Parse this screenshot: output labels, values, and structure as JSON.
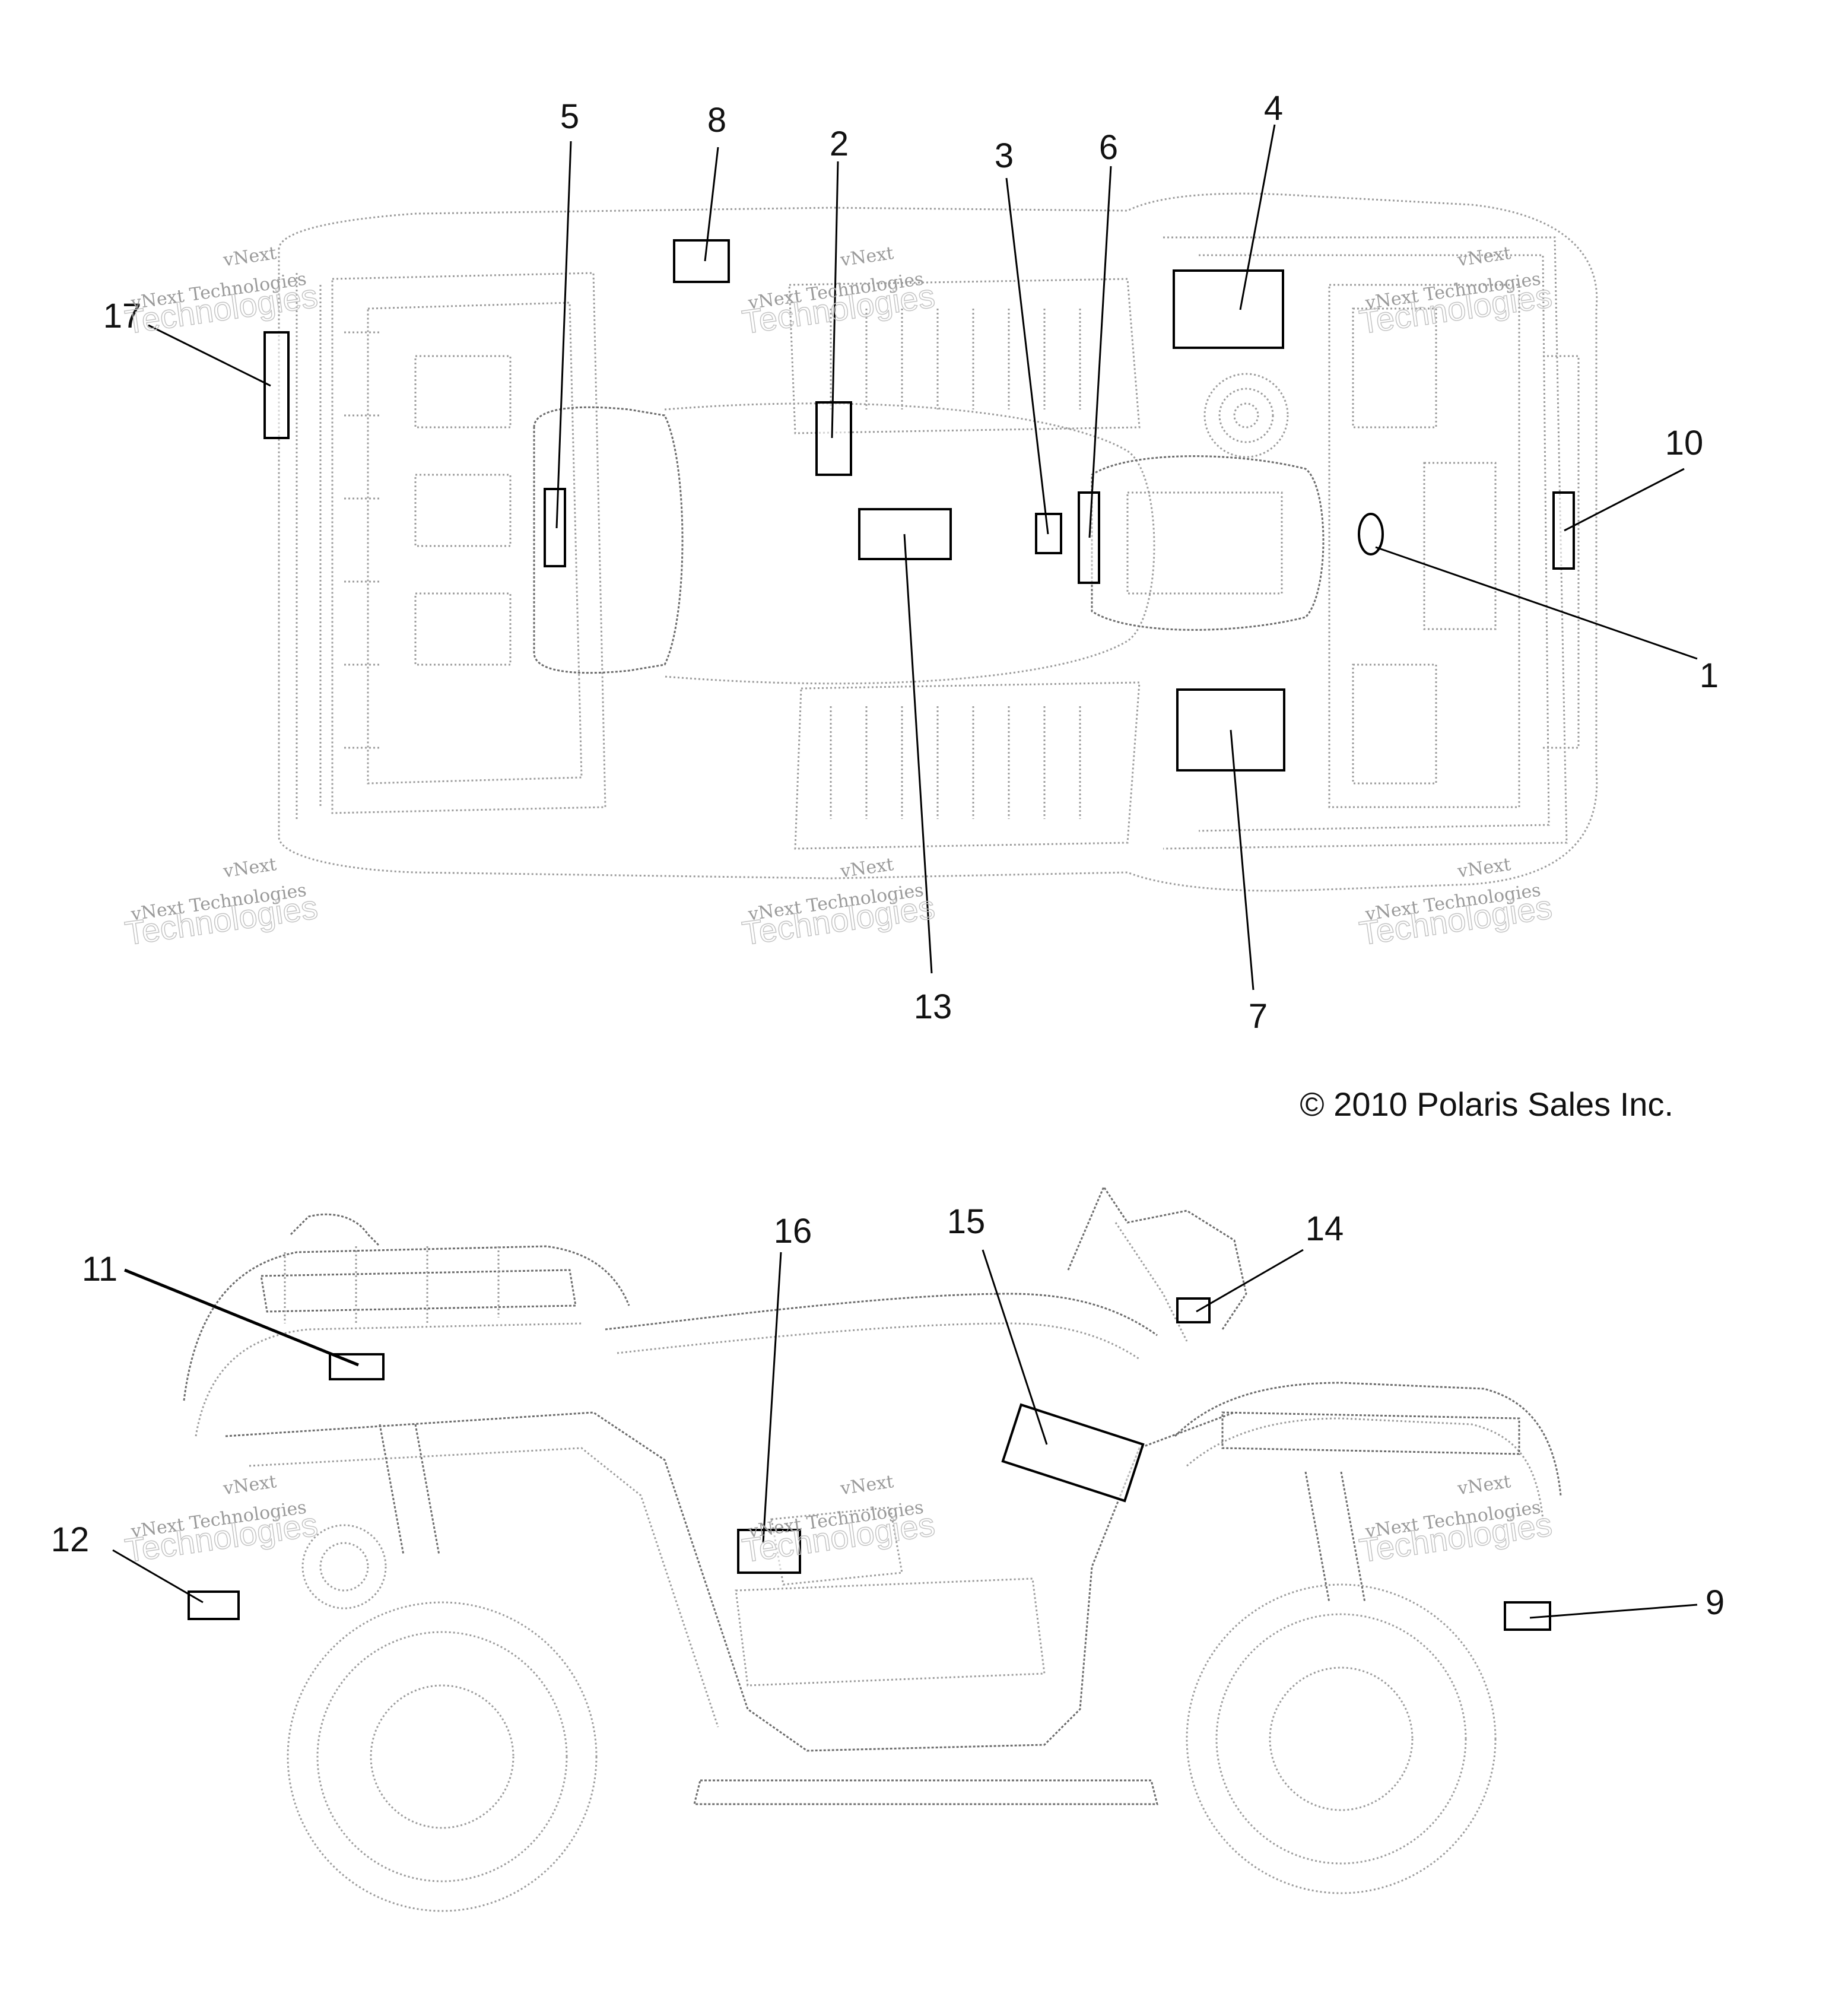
{
  "copyright": "© 2010 Polaris Sales Inc.",
  "watermark": {
    "line1": "vNext Technologies",
    "line2": "Technologies",
    "corner": "vNext"
  },
  "callouts": [
    {
      "id": "1",
      "label": "1"
    },
    {
      "id": "2",
      "label": "2"
    },
    {
      "id": "3",
      "label": "3"
    },
    {
      "id": "4",
      "label": "4"
    },
    {
      "id": "5",
      "label": "5"
    },
    {
      "id": "6",
      "label": "6"
    },
    {
      "id": "7",
      "label": "7"
    },
    {
      "id": "8",
      "label": "8"
    },
    {
      "id": "9",
      "label": "9"
    },
    {
      "id": "10",
      "label": "10"
    },
    {
      "id": "11",
      "label": "11"
    },
    {
      "id": "12",
      "label": "12"
    },
    {
      "id": "13",
      "label": "13"
    },
    {
      "id": "14",
      "label": "14"
    },
    {
      "id": "15",
      "label": "15"
    },
    {
      "id": "16",
      "label": "16"
    },
    {
      "id": "17",
      "label": "17"
    }
  ],
  "colors": {
    "linework": "#9c9c9c",
    "callout": "#000000",
    "watermark": "#9a9a9a"
  }
}
